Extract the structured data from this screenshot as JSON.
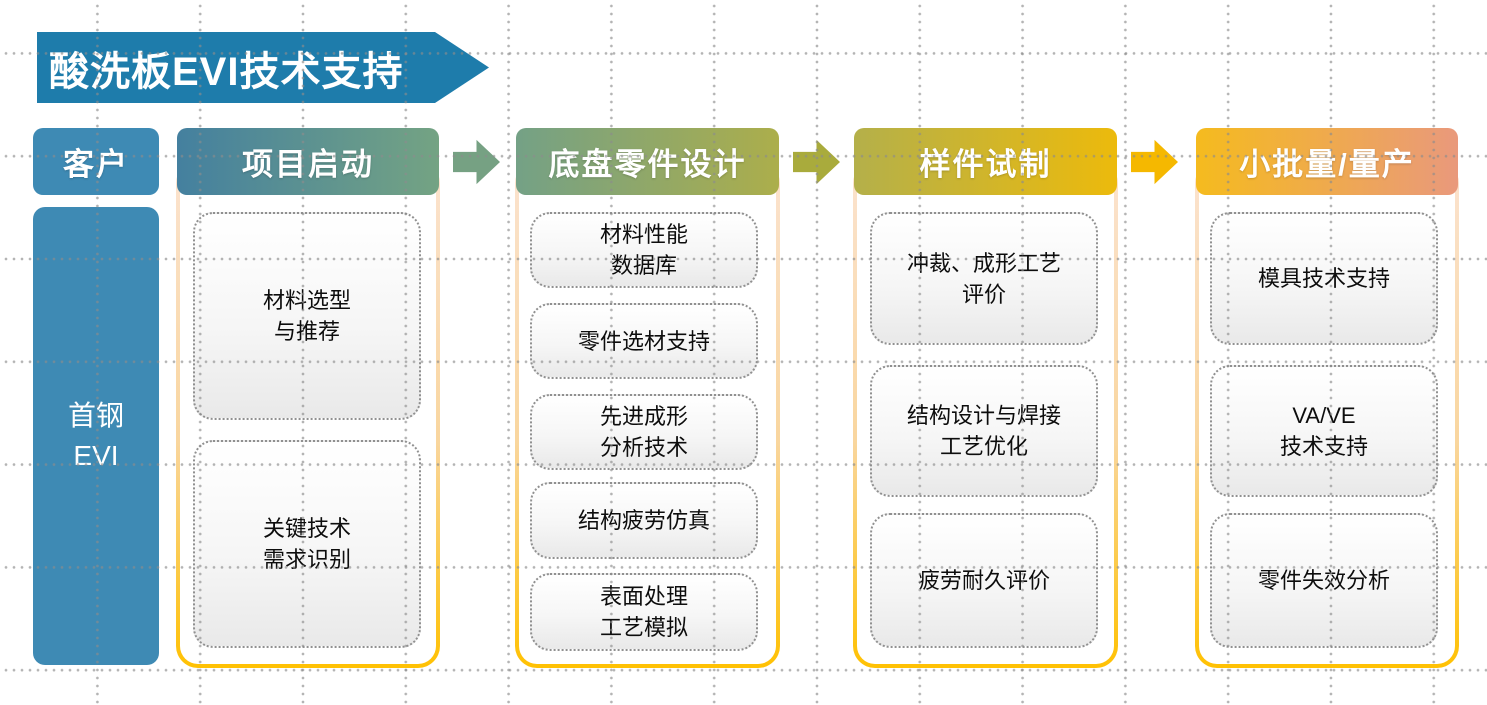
{
  "title": "酸洗板EVI技术支持",
  "customer": {
    "header": "客户",
    "entity_line1": "首钢",
    "entity_line2": "EVI"
  },
  "columns": [
    {
      "header": "项目启动",
      "items": [
        {
          "lines": [
            "材料选型",
            "与推荐"
          ]
        },
        {
          "lines": [
            "关键技术",
            "需求识别"
          ]
        }
      ]
    },
    {
      "header": "底盘零件设计",
      "items": [
        {
          "lines": [
            "材料性能",
            "数据库"
          ]
        },
        {
          "lines": [
            "零件选材支持"
          ]
        },
        {
          "lines": [
            "先进成形",
            "分析技术"
          ]
        },
        {
          "lines": [
            "结构疲劳仿真"
          ]
        },
        {
          "lines": [
            "表面处理",
            "工艺模拟"
          ]
        }
      ]
    },
    {
      "header": "样件试制",
      "items": [
        {
          "lines": [
            "冲裁、成形工艺",
            "评价"
          ]
        },
        {
          "lines": [
            "结构设计与焊接",
            "工艺优化"
          ]
        },
        {
          "lines": [
            "疲劳耐久评价"
          ]
        }
      ]
    },
    {
      "header": "小批量/量产",
      "items": [
        {
          "lines": [
            "模具技术支持"
          ]
        },
        {
          "lines": [
            "VA/VE",
            "技术支持"
          ]
        },
        {
          "lines": [
            "零件失效分析"
          ]
        }
      ]
    }
  ],
  "colors": {
    "title_blue": "#1E7CAB",
    "customer_blue": "#3E8AB4",
    "stage1_gradient": [
      "#44809F",
      "#74A383"
    ],
    "stage2_gradient": [
      "#74A186",
      "#ACAE4B"
    ],
    "stage3_gradient": [
      "#B4B04A",
      "#ECBA0C"
    ],
    "stage4_gradient": [
      "#F5BB1E",
      "#E9997C"
    ],
    "arrow1_green": "#76A183",
    "arrow2_olive": "#A9AB3C",
    "arrow3_gold": "#F5B800",
    "frame_border_gradient": [
      "#FBE3D0",
      "#FFC103"
    ],
    "task_box_border": "#909090"
  }
}
